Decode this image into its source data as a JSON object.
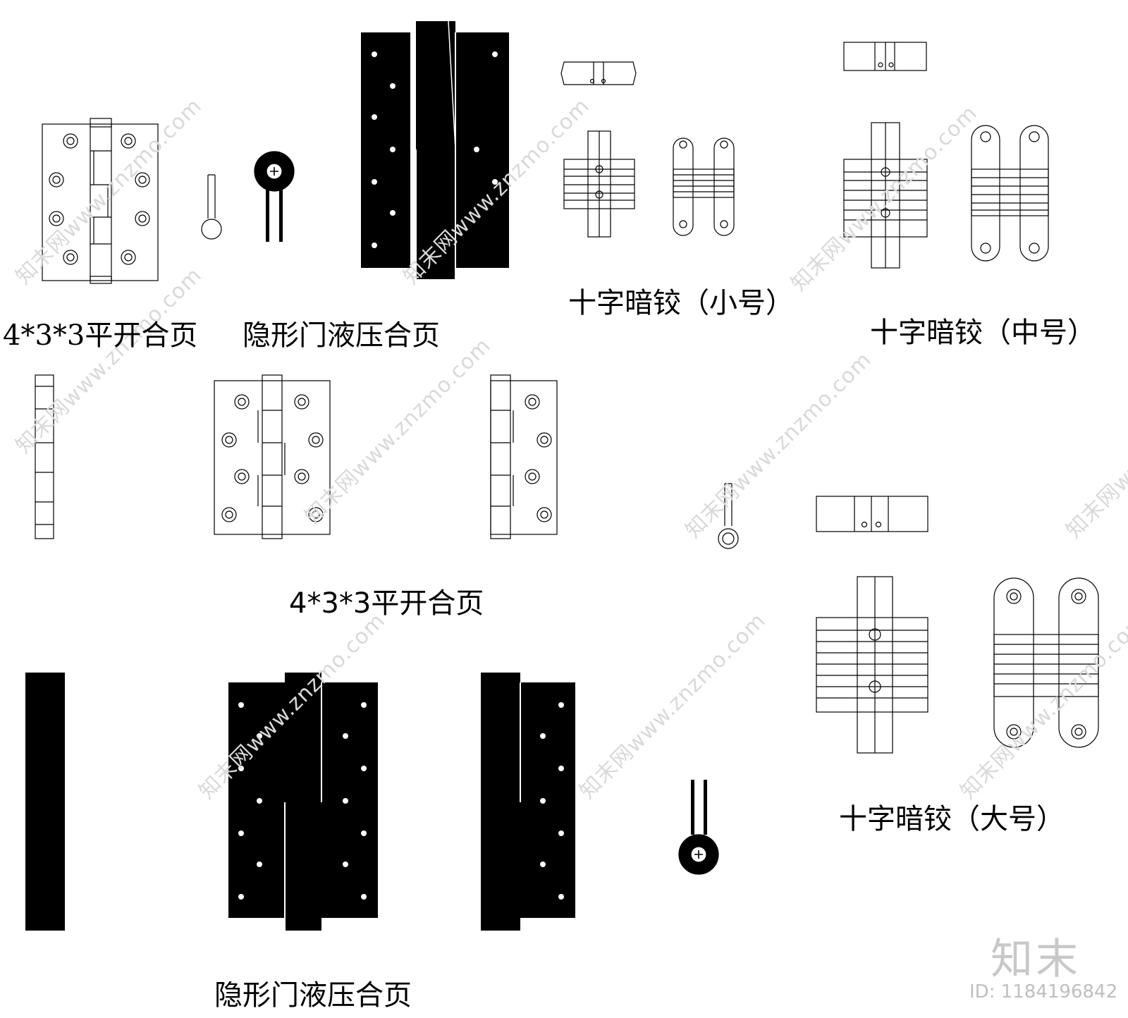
{
  "labels": {
    "flat_hinge_top": "4*3*3平开合页",
    "hydraulic_top": "隐形门液压合页",
    "cross_small": "十字暗铰（小号）",
    "cross_medium": "十字暗铰（中号）",
    "flat_hinge_mid": "4*3*3平开合页",
    "cross_large": "十字暗铰（大号）",
    "hydraulic_bottom": "隐形门液压合页"
  },
  "watermark": {
    "text": "知末网www.znzmo.com",
    "logo": "知末",
    "image_id": "ID: 1184196842"
  },
  "colors": {
    "line": "#000000",
    "fill": "#000000",
    "watermark": "#d9d9d9"
  }
}
